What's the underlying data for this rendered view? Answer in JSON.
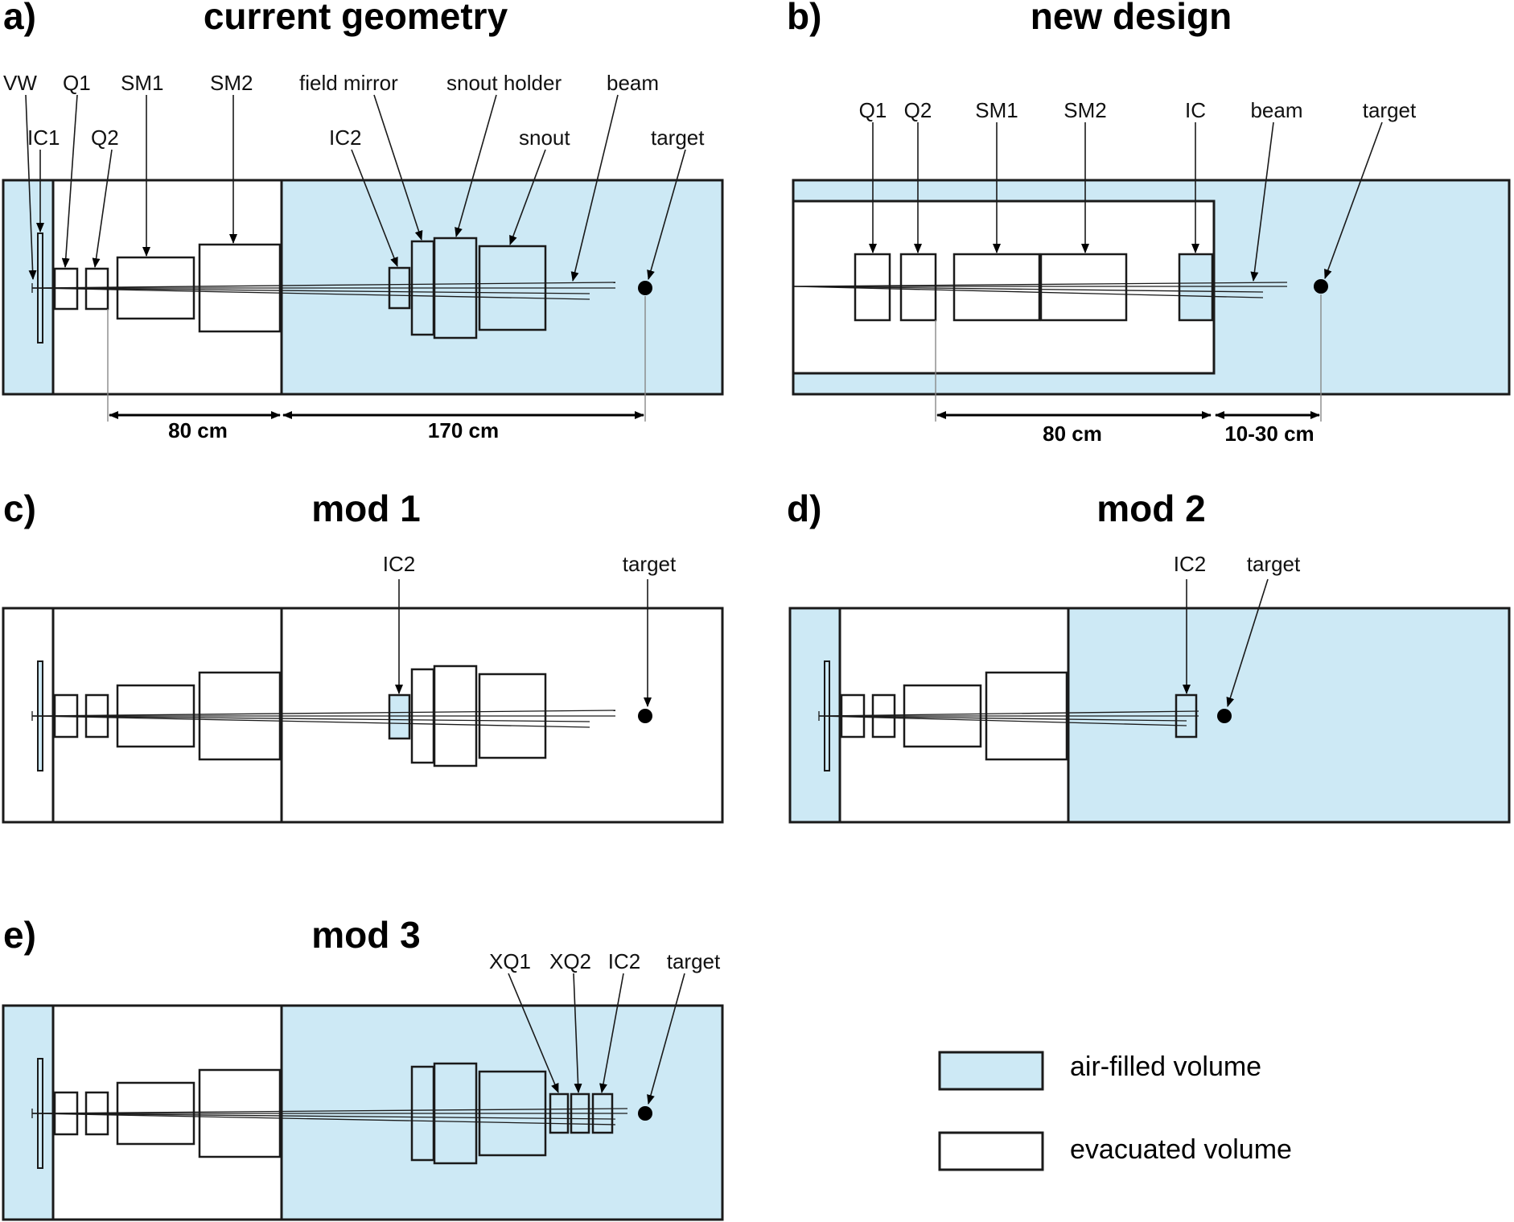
{
  "colors": {
    "air": "#cde9f5",
    "evacuated": "#ffffff",
    "stroke": "#1a1a1a"
  },
  "panels": {
    "a": {
      "letter": "a)",
      "title": "current geometry",
      "labels": {
        "vw": "VW",
        "ic1": "IC1",
        "q1": "Q1",
        "q2": "Q2",
        "sm1": "SM1",
        "sm2": "SM2",
        "field_mirror": "field mirror",
        "snout_holder": "snout holder",
        "snout": "snout",
        "ic2": "IC2",
        "beam": "beam",
        "target": "target"
      },
      "dims": {
        "d1": "80 cm",
        "d2": "170 cm"
      }
    },
    "b": {
      "letter": "b)",
      "title": "new design",
      "labels": {
        "q1": "Q1",
        "q2": "Q2",
        "sm1": "SM1",
        "sm2": "SM2",
        "ic": "IC",
        "beam": "beam",
        "target": "target"
      },
      "dims": {
        "d1": "80 cm",
        "d2": "10-30 cm"
      }
    },
    "c": {
      "letter": "c)",
      "title": "mod 1",
      "labels": {
        "ic2": "IC2",
        "target": "target"
      }
    },
    "d": {
      "letter": "d)",
      "title": "mod 2",
      "labels": {
        "ic2": "IC2",
        "target": "target"
      }
    },
    "e": {
      "letter": "e)",
      "title": "mod 3",
      "labels": {
        "xq1": "XQ1",
        "xq2": "XQ2",
        "ic2": "IC2",
        "target": "target"
      }
    }
  },
  "legend": {
    "air": "air-filled volume",
    "evacuated": "evacuated volume"
  }
}
